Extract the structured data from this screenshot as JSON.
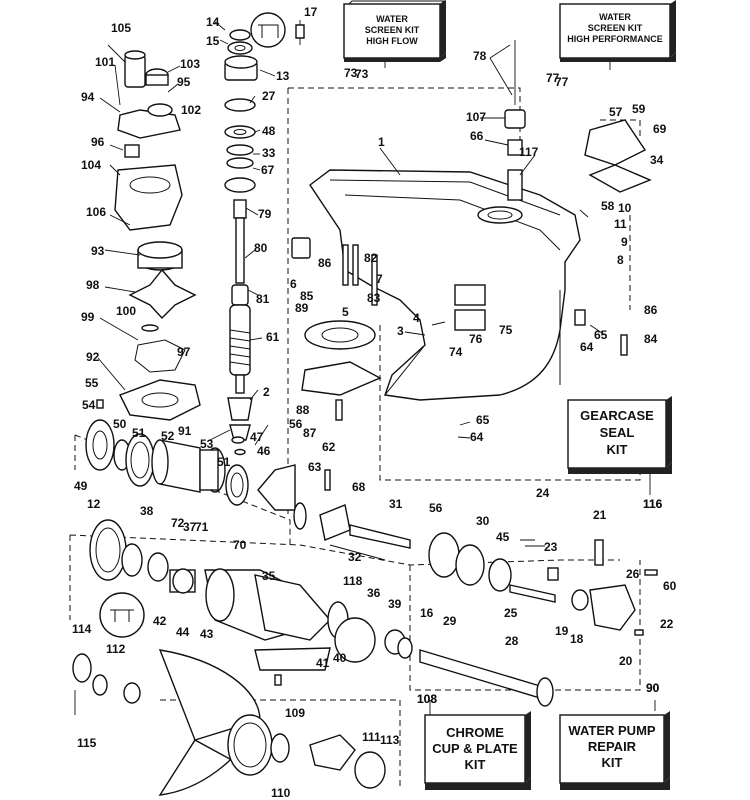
{
  "callouts": [
    "1",
    "2",
    "3",
    "4",
    "5",
    "6",
    "7",
    "8",
    "9",
    "10",
    "11",
    "12",
    "13",
    "14",
    "15",
    "16",
    "17",
    "18",
    "19",
    "20",
    "21",
    "22",
    "23",
    "24",
    "25",
    "26",
    "27",
    "28",
    "29",
    "30",
    "31",
    "32",
    "33",
    "34",
    "35",
    "36",
    "37",
    "38",
    "39",
    "40",
    "41",
    "42",
    "43",
    "44",
    "45",
    "46",
    "47",
    "48",
    "49",
    "50",
    "51",
    "51",
    "52",
    "53",
    "54",
    "55",
    "56",
    "56",
    "57",
    "58",
    "59",
    "60",
    "61",
    "62",
    "63",
    "64",
    "64",
    "65",
    "65",
    "66",
    "67",
    "68",
    "69",
    "70",
    "71",
    "72",
    "73",
    "74",
    "75",
    "76",
    "77",
    "78",
    "79",
    "80",
    "81",
    "82",
    "83",
    "84",
    "85",
    "86",
    "86",
    "87",
    "88",
    "89",
    "90",
    "91",
    "92",
    "93",
    "94",
    "95",
    "96",
    "97",
    "98",
    "99",
    "100",
    "101",
    "102",
    "103",
    "104",
    "105",
    "106",
    "107",
    "108",
    "109",
    "110",
    "111",
    "112",
    "113",
    "114",
    "115",
    "116",
    "117",
    "118"
  ],
  "kits": [
    {
      "lines": [
        "WATER",
        "SCREEN KIT",
        "HIGH FLOW"
      ],
      "number": "73"
    },
    {
      "lines": [
        "WATER",
        "SCREEN KIT",
        "HIGH PERFORMANCE"
      ],
      "number": "77"
    },
    {
      "lines": [
        "GEARCASE",
        "SEAL",
        "KIT"
      ],
      "number": "116"
    },
    {
      "lines": [
        "CHROME",
        "CUP & PLATE",
        "KIT"
      ],
      "number": "108"
    },
    {
      "lines": [
        "WATER PUMP",
        "REPAIR",
        "KIT"
      ],
      "number": "90"
    }
  ]
}
